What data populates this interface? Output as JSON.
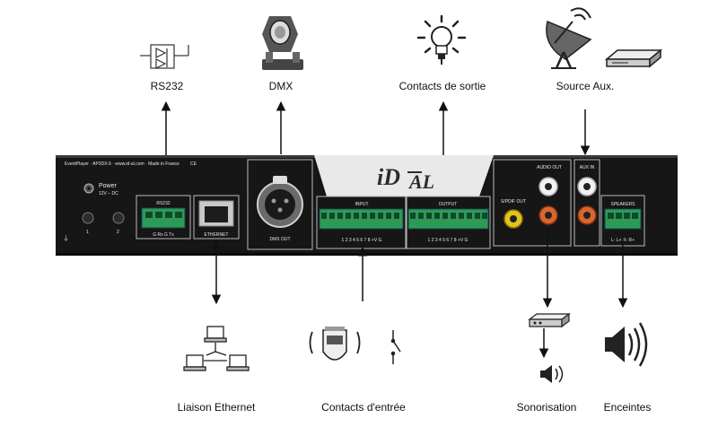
{
  "labels": {
    "rs232": "RS232",
    "dmx": "DMX",
    "contacts_sortie": "Contacts de sortie",
    "source_aux": "Source Aux.",
    "liaison_ethernet": "Liaison Ethernet",
    "contacts_entree": "Contacts d'entrée",
    "sonorisation": "Sonorisation",
    "enceintes": "Enceintes"
  },
  "panel": {
    "model_text": "EventPlayer · AP3DX-5 · www.id-al.com · Made in France",
    "ce_mark": "CE",
    "power_label": "Power",
    "power_sub": "12V – DC",
    "button_1": "1",
    "button_2": "2",
    "rs232_label": "RS232",
    "rs232_pins": "G Rx G Tx",
    "ethernet_label": "ETHERNET",
    "dmx_out_label": "DMX OUT",
    "logo_id": "iD",
    "logo_al": "AL",
    "input_label": "INPUT",
    "output_label": "OUTPUT",
    "input_pins": "1 2 3 4 5 6 7 8 +V G",
    "output_pins": "1 2 3 4 5 6 7 8 +V G",
    "spdif_label": "S/PDIF OUT",
    "audio_out_label": "AUDIO OUT",
    "aux_in_label": "AUX IN",
    "speakers_label": "SPEAKERS",
    "speakers_pins": "L-  L+    R-  R+"
  }
}
